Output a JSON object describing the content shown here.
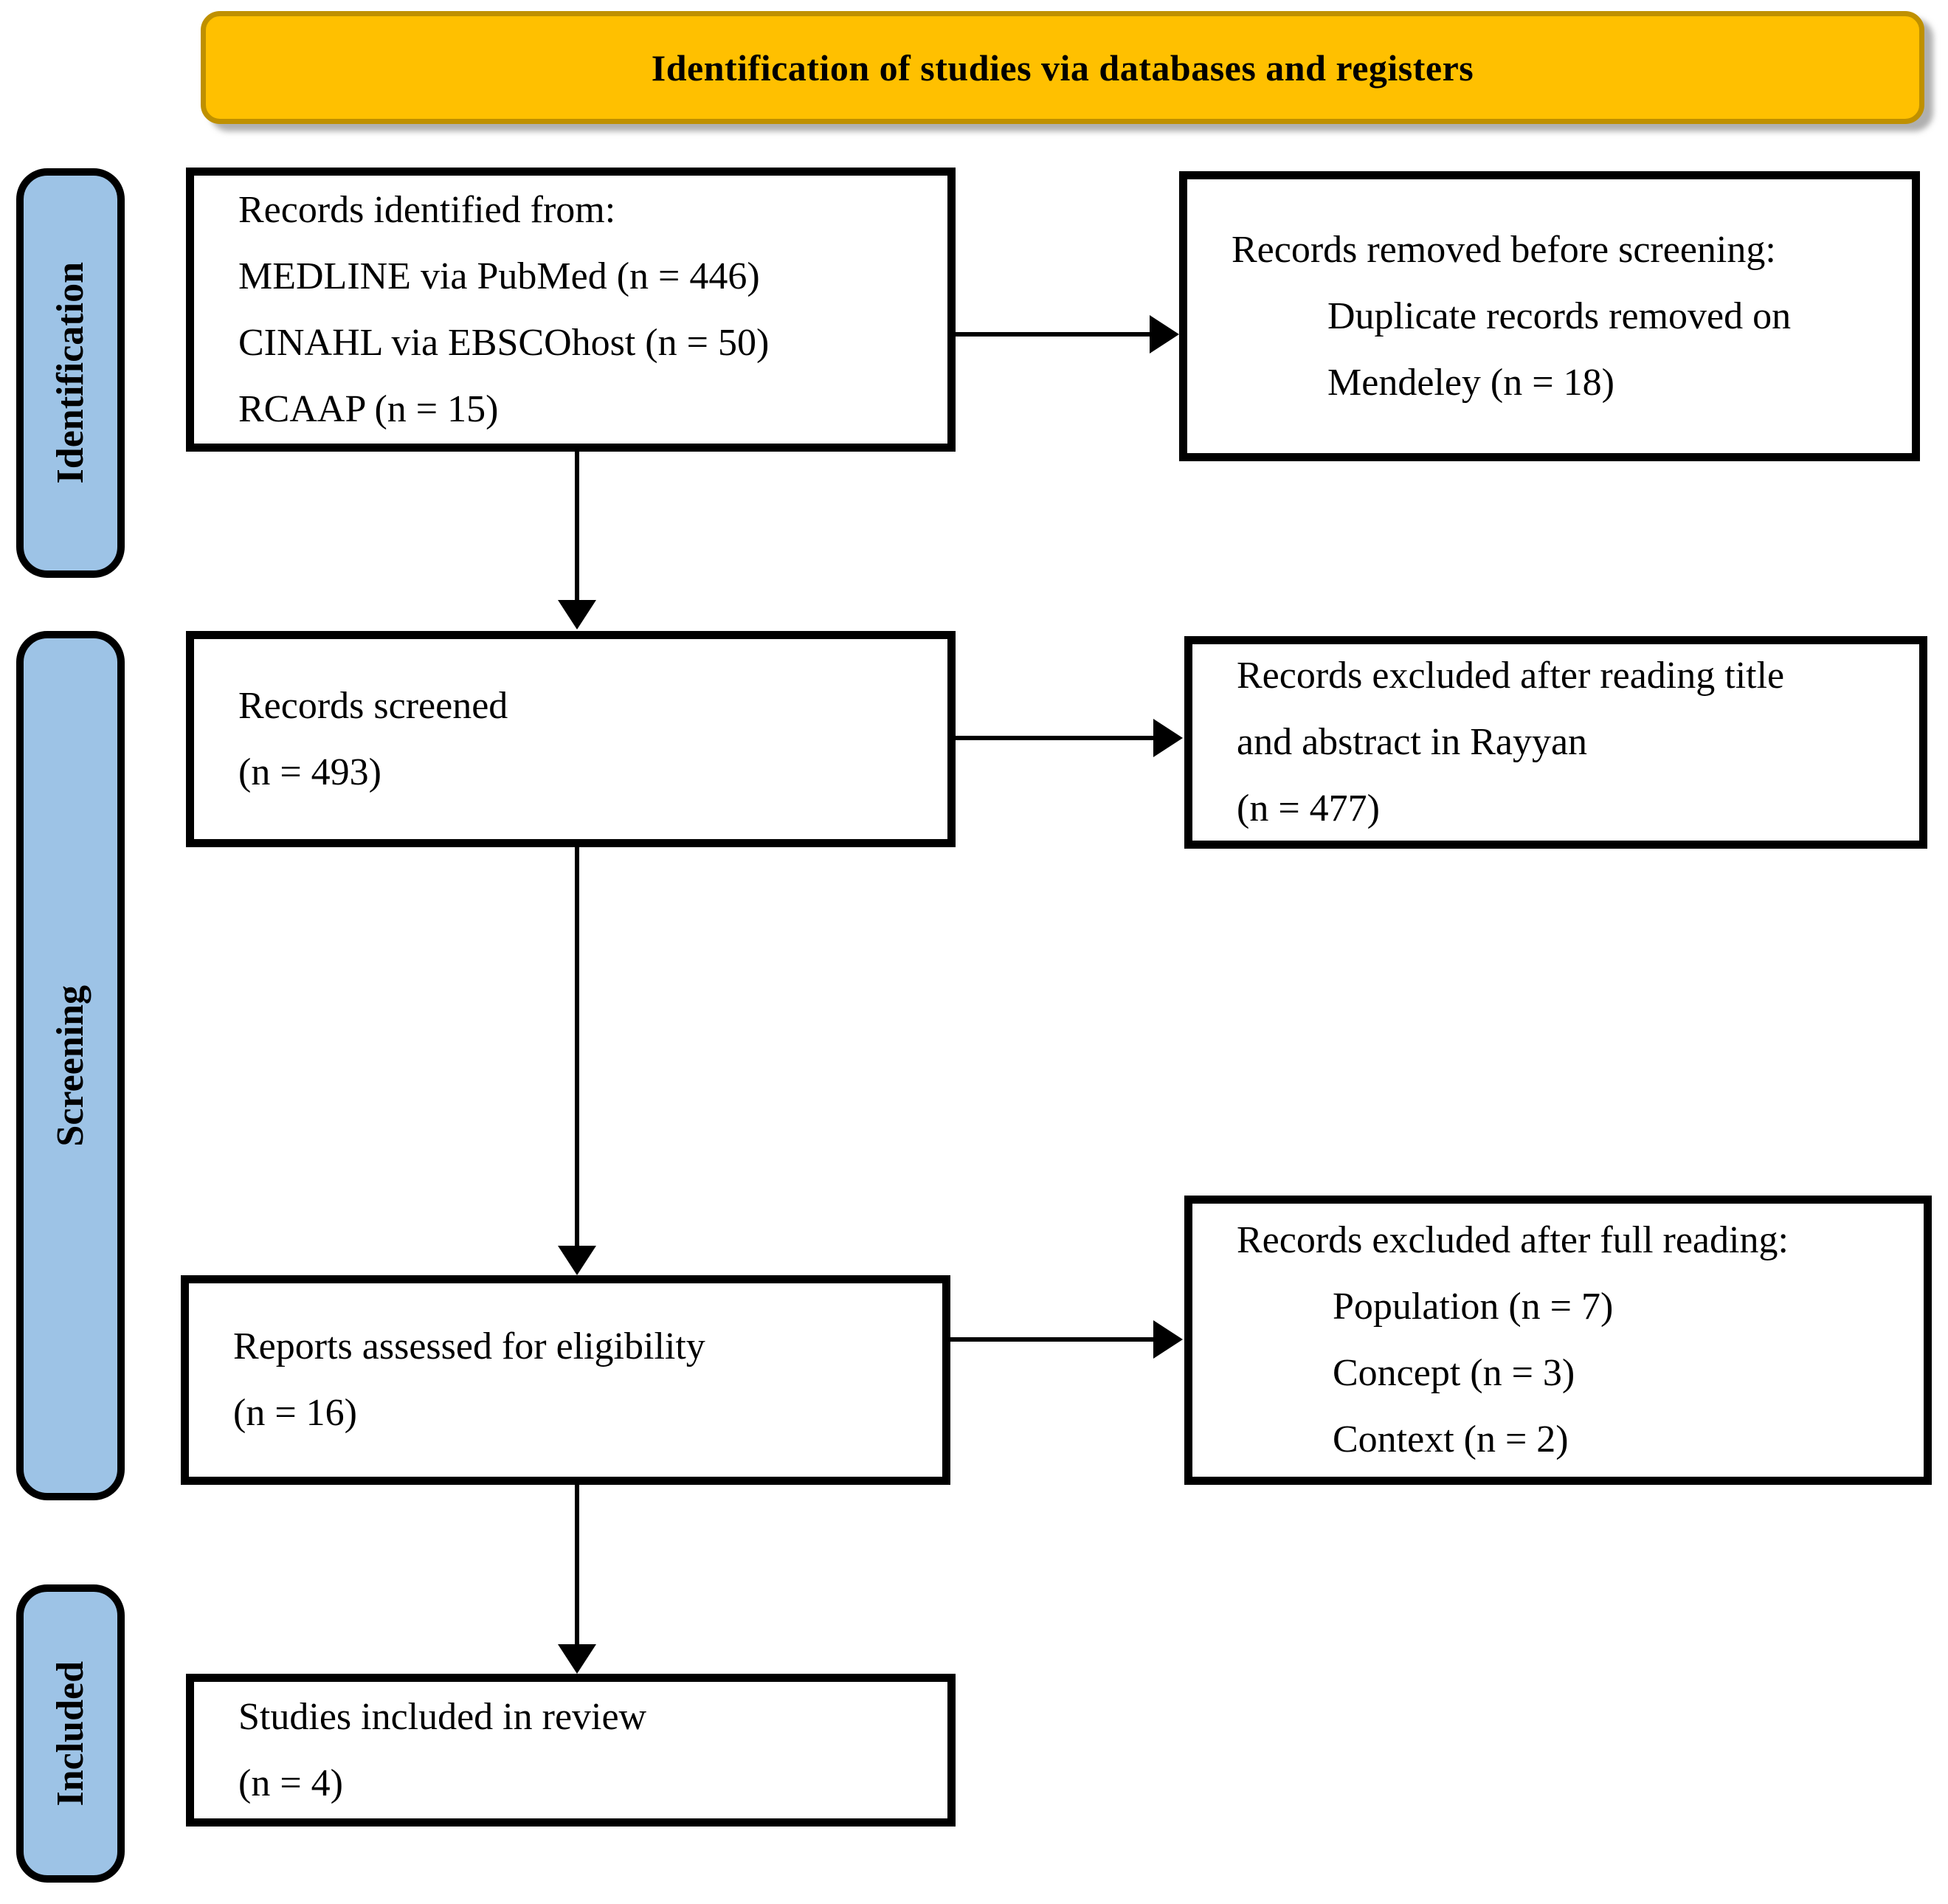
{
  "banner": {
    "label": "Identification of studies via databases and registers"
  },
  "stages": [
    {
      "id": "identification",
      "label": "Identification"
    },
    {
      "id": "screening",
      "label": "Screening"
    },
    {
      "id": "included",
      "label": "Included"
    }
  ],
  "boxes": {
    "records_identified": {
      "lines": [
        "Records identified from:",
        "MEDLINE via PubMed (n = 446)",
        "CINAHL via EBSCOhost (n = 50)",
        "RCAAP (n = 15)"
      ]
    },
    "records_removed": {
      "lines": [
        "Records removed before screening:",
        "Duplicate records removed on",
        "Mendeley (n = 18)"
      ]
    },
    "records_screened": {
      "lines": [
        "Records screened",
        "(n = 493)"
      ]
    },
    "records_excluded_title_abstract": {
      "lines": [
        "Records excluded after reading title",
        "and abstract in Rayyan",
        "(n = 477)"
      ]
    },
    "reports_assessed": {
      "lines": [
        "Reports assessed for eligibility",
        "(n = 16)"
      ]
    },
    "records_excluded_full_reading": {
      "lines": [
        "Records excluded after full reading:",
        "Population (n = 7)",
        "Concept (n = 3)",
        "Context (n = 2)"
      ]
    },
    "studies_included": {
      "lines": [
        "Studies included in review",
        "(n = 4)"
      ]
    }
  },
  "colors": {
    "banner_fill": "#FFC000",
    "banner_border": "#BF9000",
    "stage_fill": "#9DC3E6",
    "stage_border": "#000000",
    "box_background": "#FFFFFF",
    "box_border": "#000000",
    "arrow_color": "#000000"
  }
}
